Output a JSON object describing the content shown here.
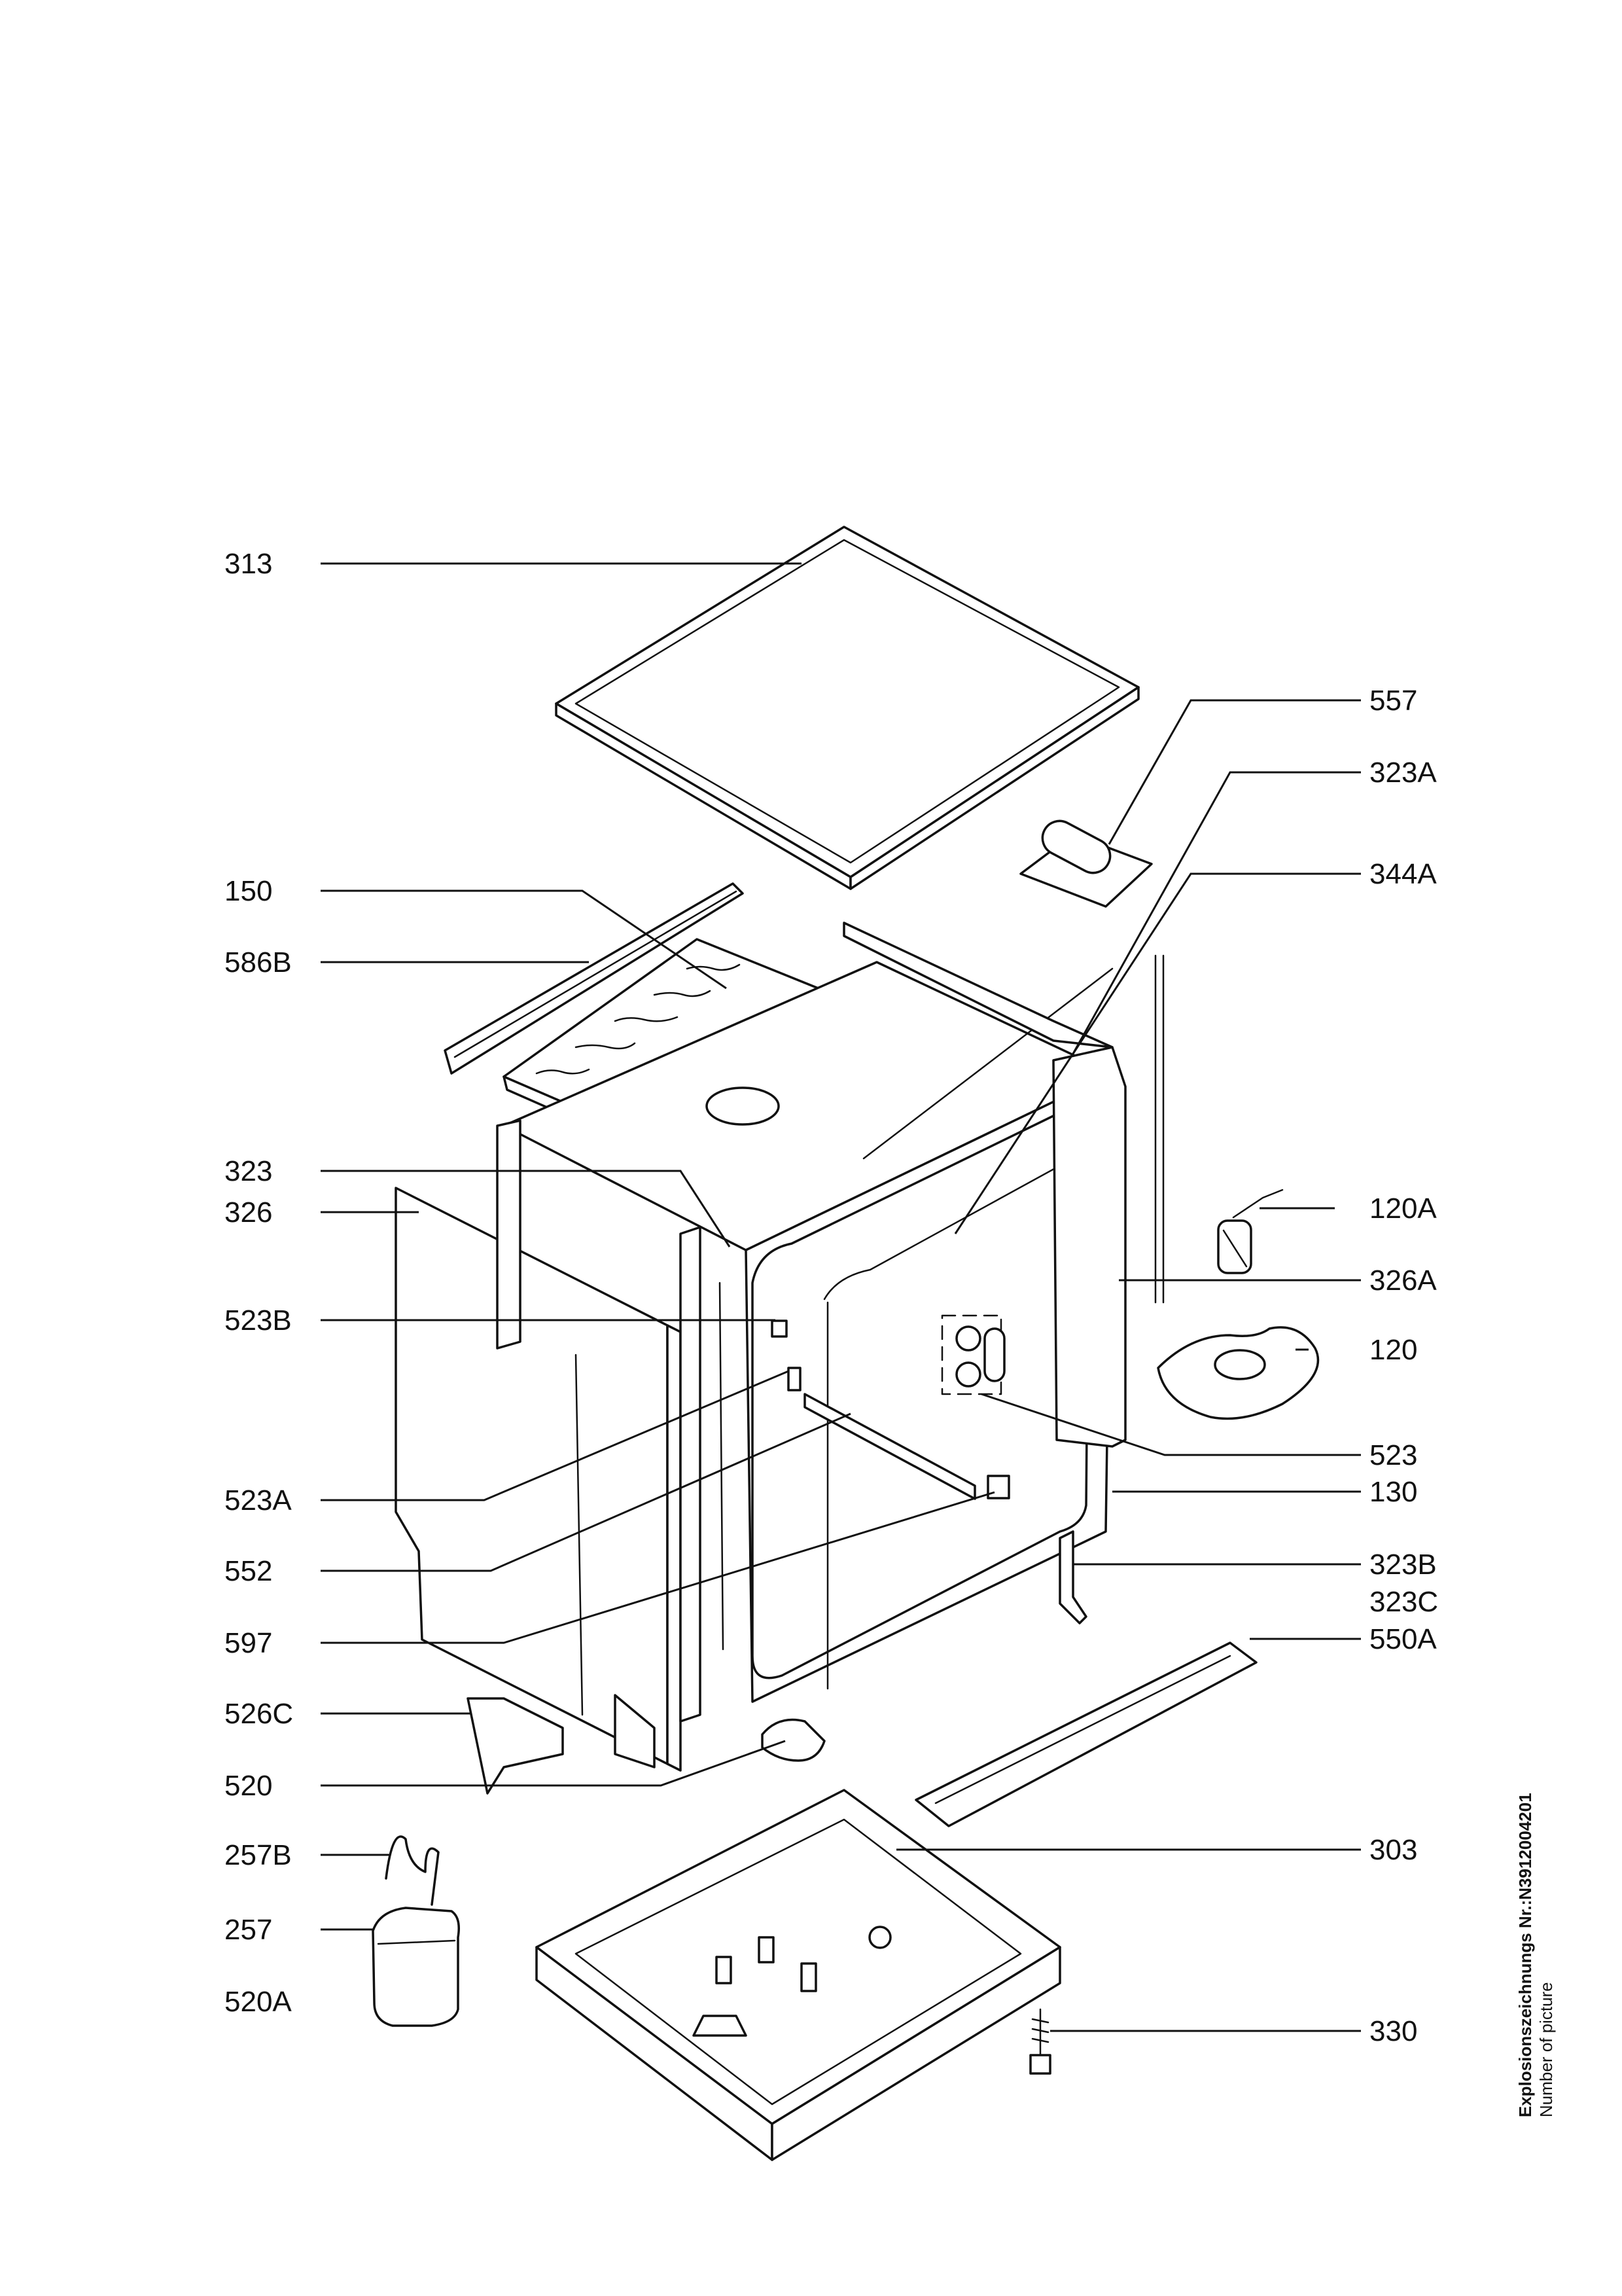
{
  "labels": {
    "l313": "313",
    "l557": "557",
    "l323A": "323A",
    "l150": "150",
    "l344A": "344A",
    "l586B": "586B",
    "l323": "323",
    "l326": "326",
    "l120A": "120A",
    "l326A": "326A",
    "l523B": "523B",
    "l120": "120",
    "l523": "523",
    "l523A": "523A",
    "l130": "130",
    "l552": "552",
    "l323B": "323B",
    "l323C": "323C",
    "l597": "597",
    "l550A": "550A",
    "l526C": "526C",
    "l520": "520",
    "l257B": "257B",
    "l303": "303",
    "l257": "257",
    "l520A": "520A",
    "l330": "330"
  },
  "caption": {
    "line1": "Explosionszeichnungs Nr.:N3912004201",
    "line2": "Number of picture"
  }
}
